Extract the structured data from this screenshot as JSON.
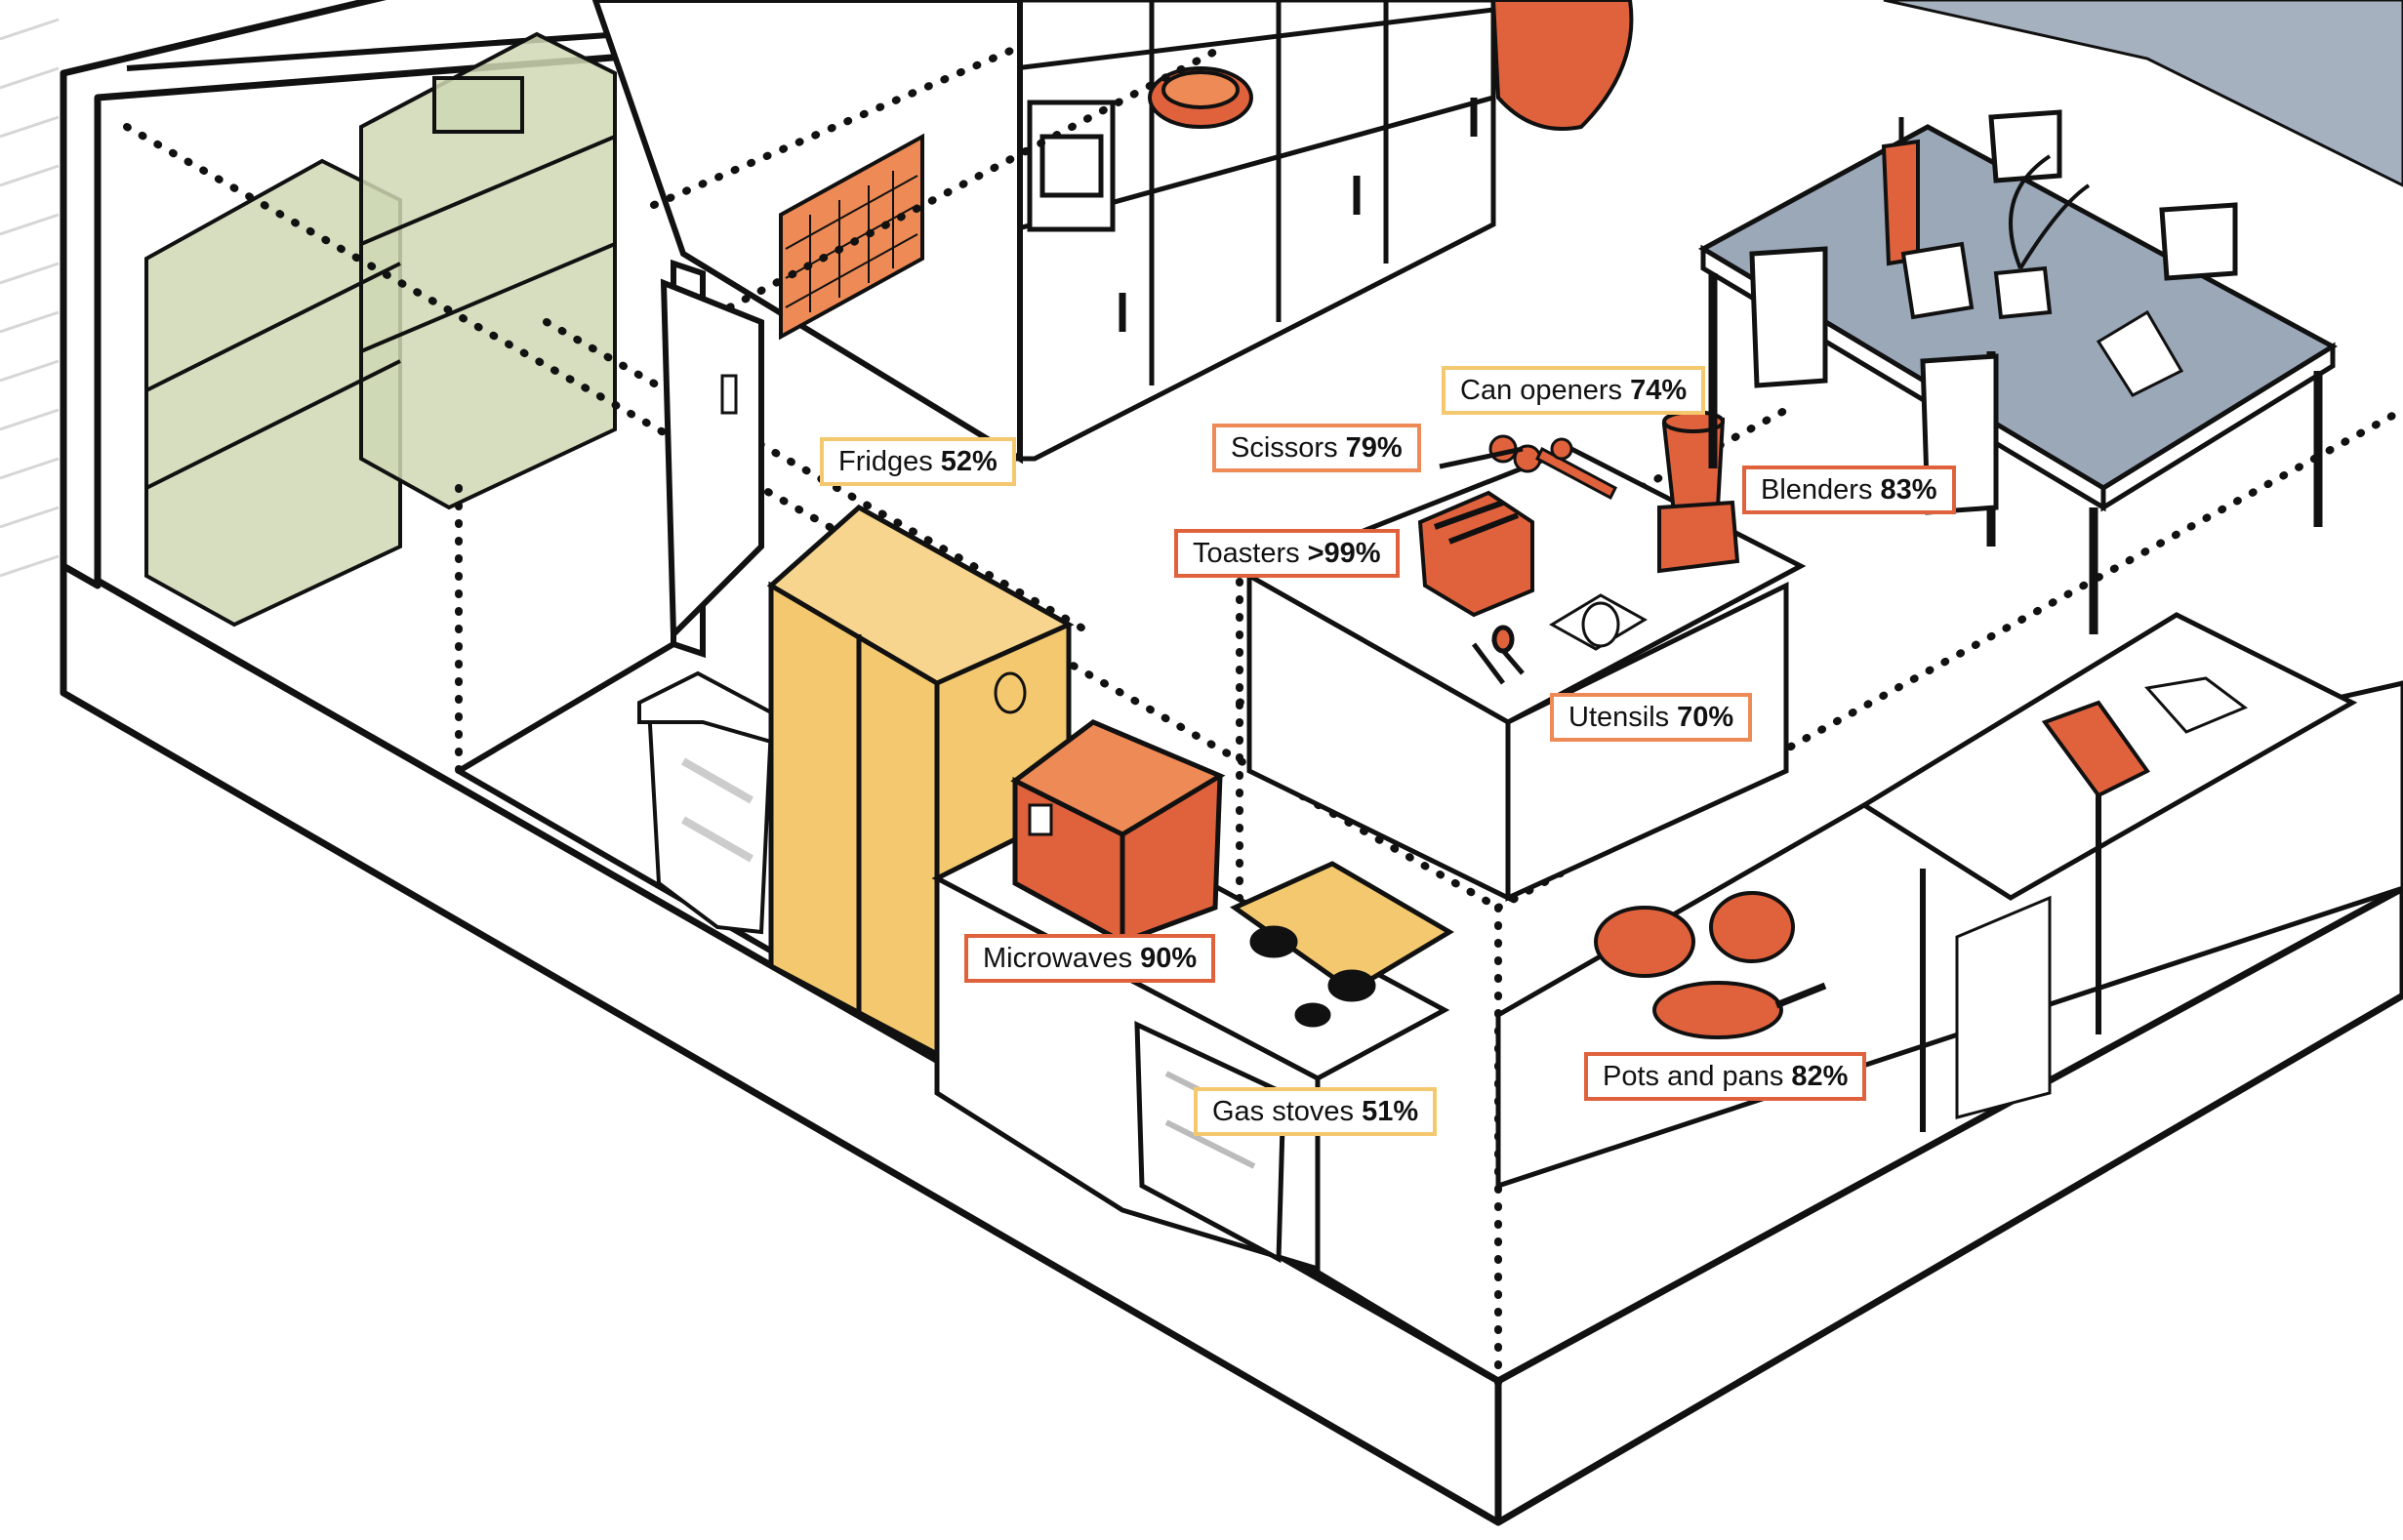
{
  "colors": {
    "line": "#111111",
    "accent_orange": "#e0623c",
    "accent_yellow": "#f4c86e",
    "shelf_green": "#cfd8b4",
    "table_blue": "#9aa8b8",
    "calendar_orange": "#ee8a55",
    "paper": "#ffffff"
  },
  "labels": {
    "fridges": {
      "name": "Fridges",
      "pct": "52%"
    },
    "can_openers": {
      "name": "Can openers",
      "pct": "74%"
    },
    "scissors": {
      "name": "Scissors",
      "pct": "79%"
    },
    "blenders": {
      "name": "Blenders",
      "pct": "83%"
    },
    "toasters": {
      "name": "Toasters",
      "pct": ">99%"
    },
    "utensils": {
      "name": "Utensils",
      "pct": "70%"
    },
    "microwaves": {
      "name": "Microwaves",
      "pct": "90%"
    },
    "gas_stoves": {
      "name": "Gas stoves",
      "pct": "51%"
    },
    "pots_pans": {
      "name": "Pots and pans",
      "pct": "82%"
    }
  }
}
